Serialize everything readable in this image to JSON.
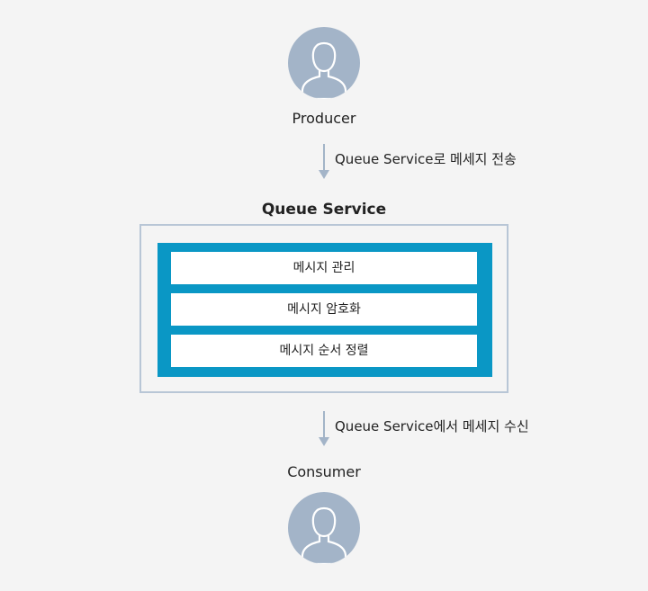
{
  "producer": {
    "icon": "person-icon",
    "label": "Producer"
  },
  "send_flow": {
    "label": "Queue Service로 메세지 전송"
  },
  "service": {
    "title": "Queue Service",
    "features": [
      "메시지 관리",
      "메시지 암호화",
      "메시지 순서 정렬"
    ]
  },
  "receive_flow": {
    "label": "Queue Service에서 메세지 수신"
  },
  "consumer": {
    "icon": "person-icon",
    "label": "Consumer"
  },
  "colors": {
    "background": "#f4f4f4",
    "avatar": "#a3b4c8",
    "service_border": "#b8c6d6",
    "service_inner": "#0a97c5",
    "arrow": "#a3b4c8"
  }
}
